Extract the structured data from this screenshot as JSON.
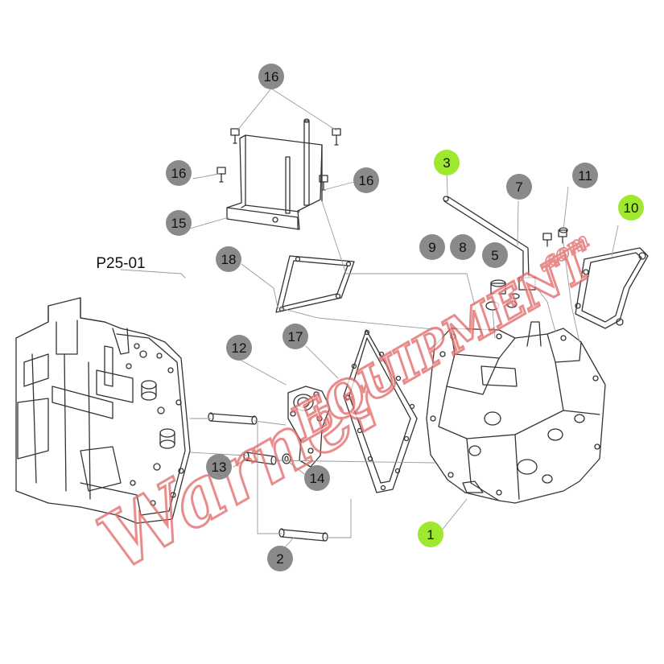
{
  "diagram": {
    "reference_label": "P25-01",
    "callouts": [
      {
        "id": "c16a",
        "num": "16",
        "highlight": false
      },
      {
        "id": "c16b",
        "num": "16",
        "highlight": false
      },
      {
        "id": "c16c",
        "num": "16",
        "highlight": false
      },
      {
        "id": "c15",
        "num": "15",
        "highlight": false
      },
      {
        "id": "c18",
        "num": "18",
        "highlight": false
      },
      {
        "id": "c3",
        "num": "3",
        "highlight": true
      },
      {
        "id": "c7",
        "num": "7",
        "highlight": false
      },
      {
        "id": "c11",
        "num": "11",
        "highlight": false
      },
      {
        "id": "c10",
        "num": "10",
        "highlight": true
      },
      {
        "id": "c9",
        "num": "9",
        "highlight": false
      },
      {
        "id": "c8",
        "num": "8",
        "highlight": false
      },
      {
        "id": "c5",
        "num": "5",
        "highlight": false
      },
      {
        "id": "c17",
        "num": "17",
        "highlight": false
      },
      {
        "id": "c12",
        "num": "12",
        "highlight": false
      },
      {
        "id": "c13",
        "num": "13",
        "highlight": false
      },
      {
        "id": "c14",
        "num": "14",
        "highlight": false
      },
      {
        "id": "c1",
        "num": "1",
        "highlight": true
      },
      {
        "id": "c2",
        "num": "2",
        "highlight": false
      }
    ],
    "colors": {
      "bubble_default": "#8a8a8a",
      "bubble_highlight": "#9ee82e",
      "line": "#333333",
      "leader": "#9a9a9a",
      "watermark": "#e06a6a"
    }
  },
  "watermark": {
    "script_text": "Warner",
    "block_text": "EQUIPMENT",
    "suffix_text": ".com"
  }
}
